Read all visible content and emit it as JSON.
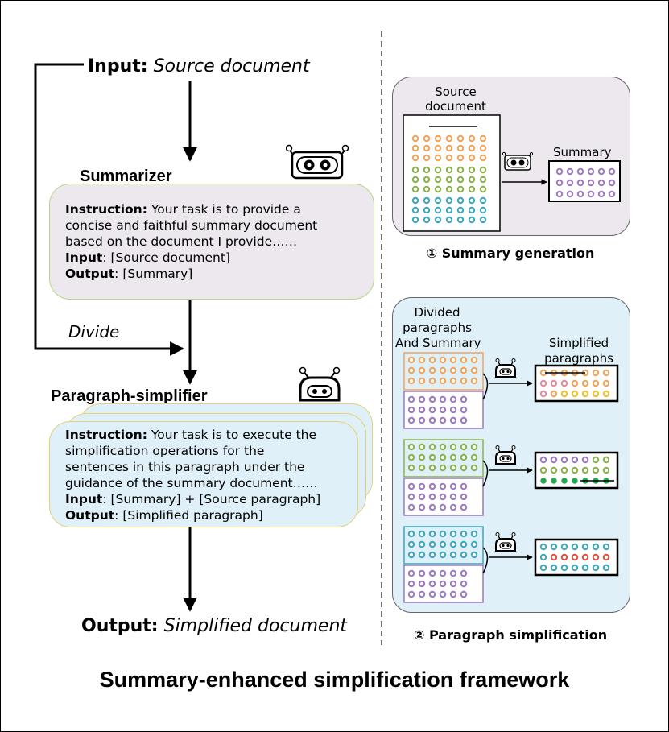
{
  "left": {
    "input_label": "Input:",
    "input_value": "Source document",
    "summarizer": {
      "title": "Summarizer",
      "instruction_label": "Instruction:",
      "instruction_lines": [
        "Your task is to provide a",
        "concise and faithful summary document",
        "based on the document I provide……"
      ],
      "input_label": "Input",
      "input_value": ": [Source document]",
      "output_label": "Output",
      "output_value": ": [Summary]"
    },
    "divide_label": "Divide",
    "simplifier": {
      "title": "Paragraph-simplifier",
      "instruction_label": "Instruction:",
      "instruction_lines": [
        "Your task is to execute the",
        "simplification operations for the",
        "sentences in this paragraph under the",
        "guidance of the summary document……"
      ],
      "input_label": "Input",
      "input_value": ": [Summary] + [Source paragraph]",
      "output_label": "Output",
      "output_value": ": [Simplified paragraph]"
    },
    "output_label": "Output:",
    "output_value": "Simplified document"
  },
  "right": {
    "step1": {
      "source_doc_line1": "Source",
      "source_doc_line2": "document",
      "summary_label": "Summary",
      "caption": "① Summary generation"
    },
    "step2": {
      "divided_line1": "Divided",
      "divided_line2": "paragraphs",
      "divided_line3": "And Summary",
      "simplified_line1": "Simplified",
      "simplified_line2": "paragraphs",
      "caption": "② Paragraph simplification"
    }
  },
  "footer": {
    "title": "Summary-enhanced simplification  framework"
  },
  "colors": {
    "orange": "#f2a35a",
    "green": "#8ab24a",
    "teal": "#3aa6c0",
    "purple": "#9b79c4",
    "yellow": "#f2c12e",
    "red": "#e24d3d",
    "pink": "#e48aa0",
    "dark_green": "#23a84f",
    "summarizer_fill": "#ece8ee",
    "simplifier_fill": "#dff0f8",
    "panel1_fill": "#ece8ee",
    "panel2_fill": "#dff0f8"
  }
}
